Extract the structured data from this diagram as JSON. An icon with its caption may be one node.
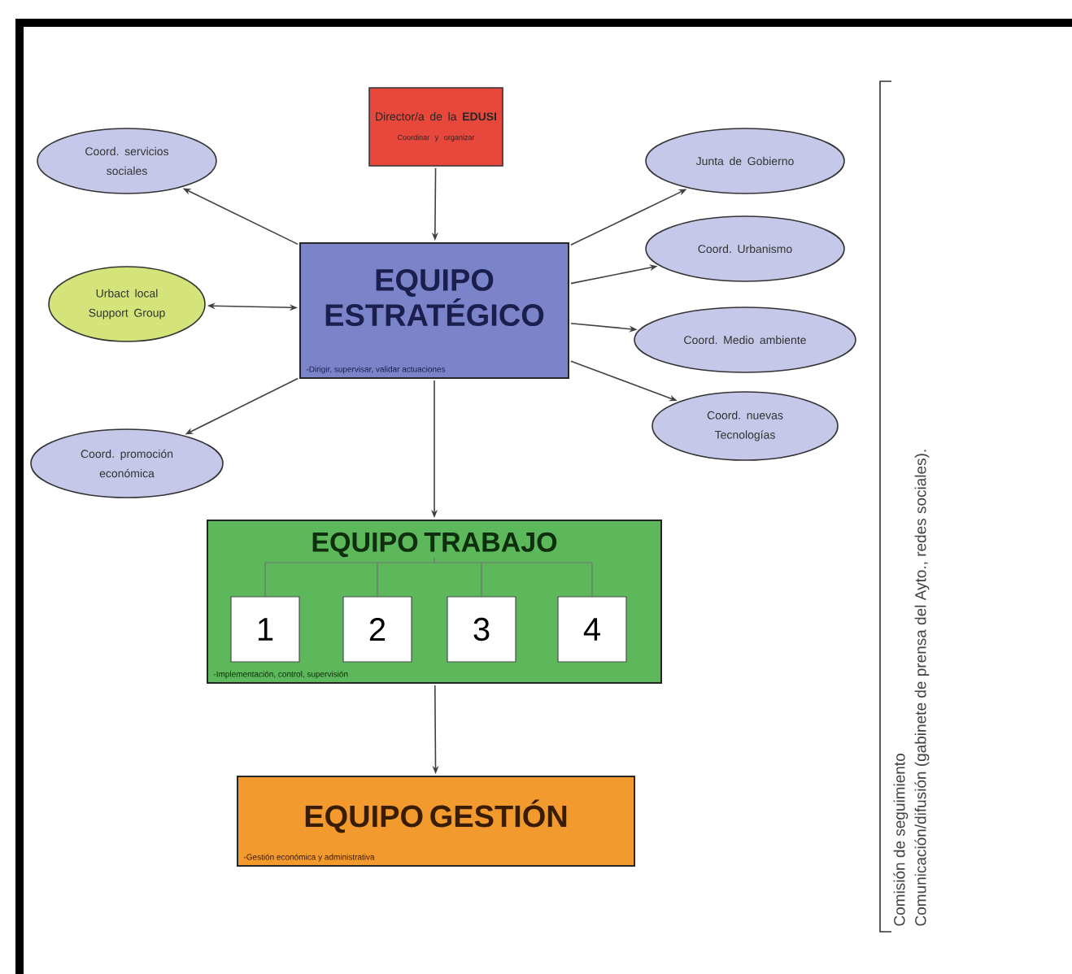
{
  "diagram": {
    "nodes": [
      {
        "text": [
          "Director/a de la **EDUSI**",
          "Coordinar y organizar"
        ]
      },
      {
        "text": [
          "EQUIPO ESTRATÉGICO",
          "-Dirigir, supervisar, validar actuaciones"
        ]
      },
      {
        "text": [
          "Coord. servicios sociales"
        ]
      },
      {
        "text": [
          "Urbact local Support Group"
        ]
      },
      {
        "text": [
          "Coord. promoción económica"
        ]
      },
      {
        "text": [
          "Junta de Gobierno"
        ]
      },
      {
        "text": [
          "Coord. Urbanismo"
        ]
      },
      {
        "text": [
          "Coord. Medio ambiente"
        ]
      },
      {
        "text": [
          "Coord. nuevas Tecnologías"
        ]
      },
      {
        "text": [
          "EQUIPO TRABAJO",
          "-Implementación, control, supervisión"
        ]
      },
      {
        "text": [
          "1"
        ],
        "in": 9
      },
      {
        "text": [
          "2"
        ],
        "in": 9
      },
      {
        "text": [
          "3"
        ],
        "in": 9
      },
      {
        "text": [
          "4"
        ],
        "in": 9
      },
      {
        "text": [
          "EQUIPO GESTIÓN",
          "-Gestión económica y administrativa"
        ]
      }
    ],
    "edges": [
      {
        "from": 0,
        "to": 1,
        "arrow": "to"
      },
      {
        "from": 1,
        "to": 2,
        "arrow": "to"
      },
      {
        "from": 1,
        "to": 3,
        "arrow": "both"
      },
      {
        "from": 1,
        "to": 4,
        "arrow": "to"
      },
      {
        "from": 1,
        "to": 5,
        "arrow": "to"
      },
      {
        "from": 1,
        "to": 6,
        "arrow": "to"
      },
      {
        "from": 1,
        "to": 7,
        "arrow": "to"
      },
      {
        "from": 1,
        "to": 8,
        "arrow": "to"
      },
      {
        "from": 1,
        "to": 9,
        "arrow": "to"
      },
      {
        "from": 9,
        "to": 14,
        "arrow": "to"
      }
    ],
    "labels": [
      "Comisión de seguimiento",
      "Comunicación/difusión (gabinete de prensa del Ayto., redes sociales)."
    ]
  }
}
